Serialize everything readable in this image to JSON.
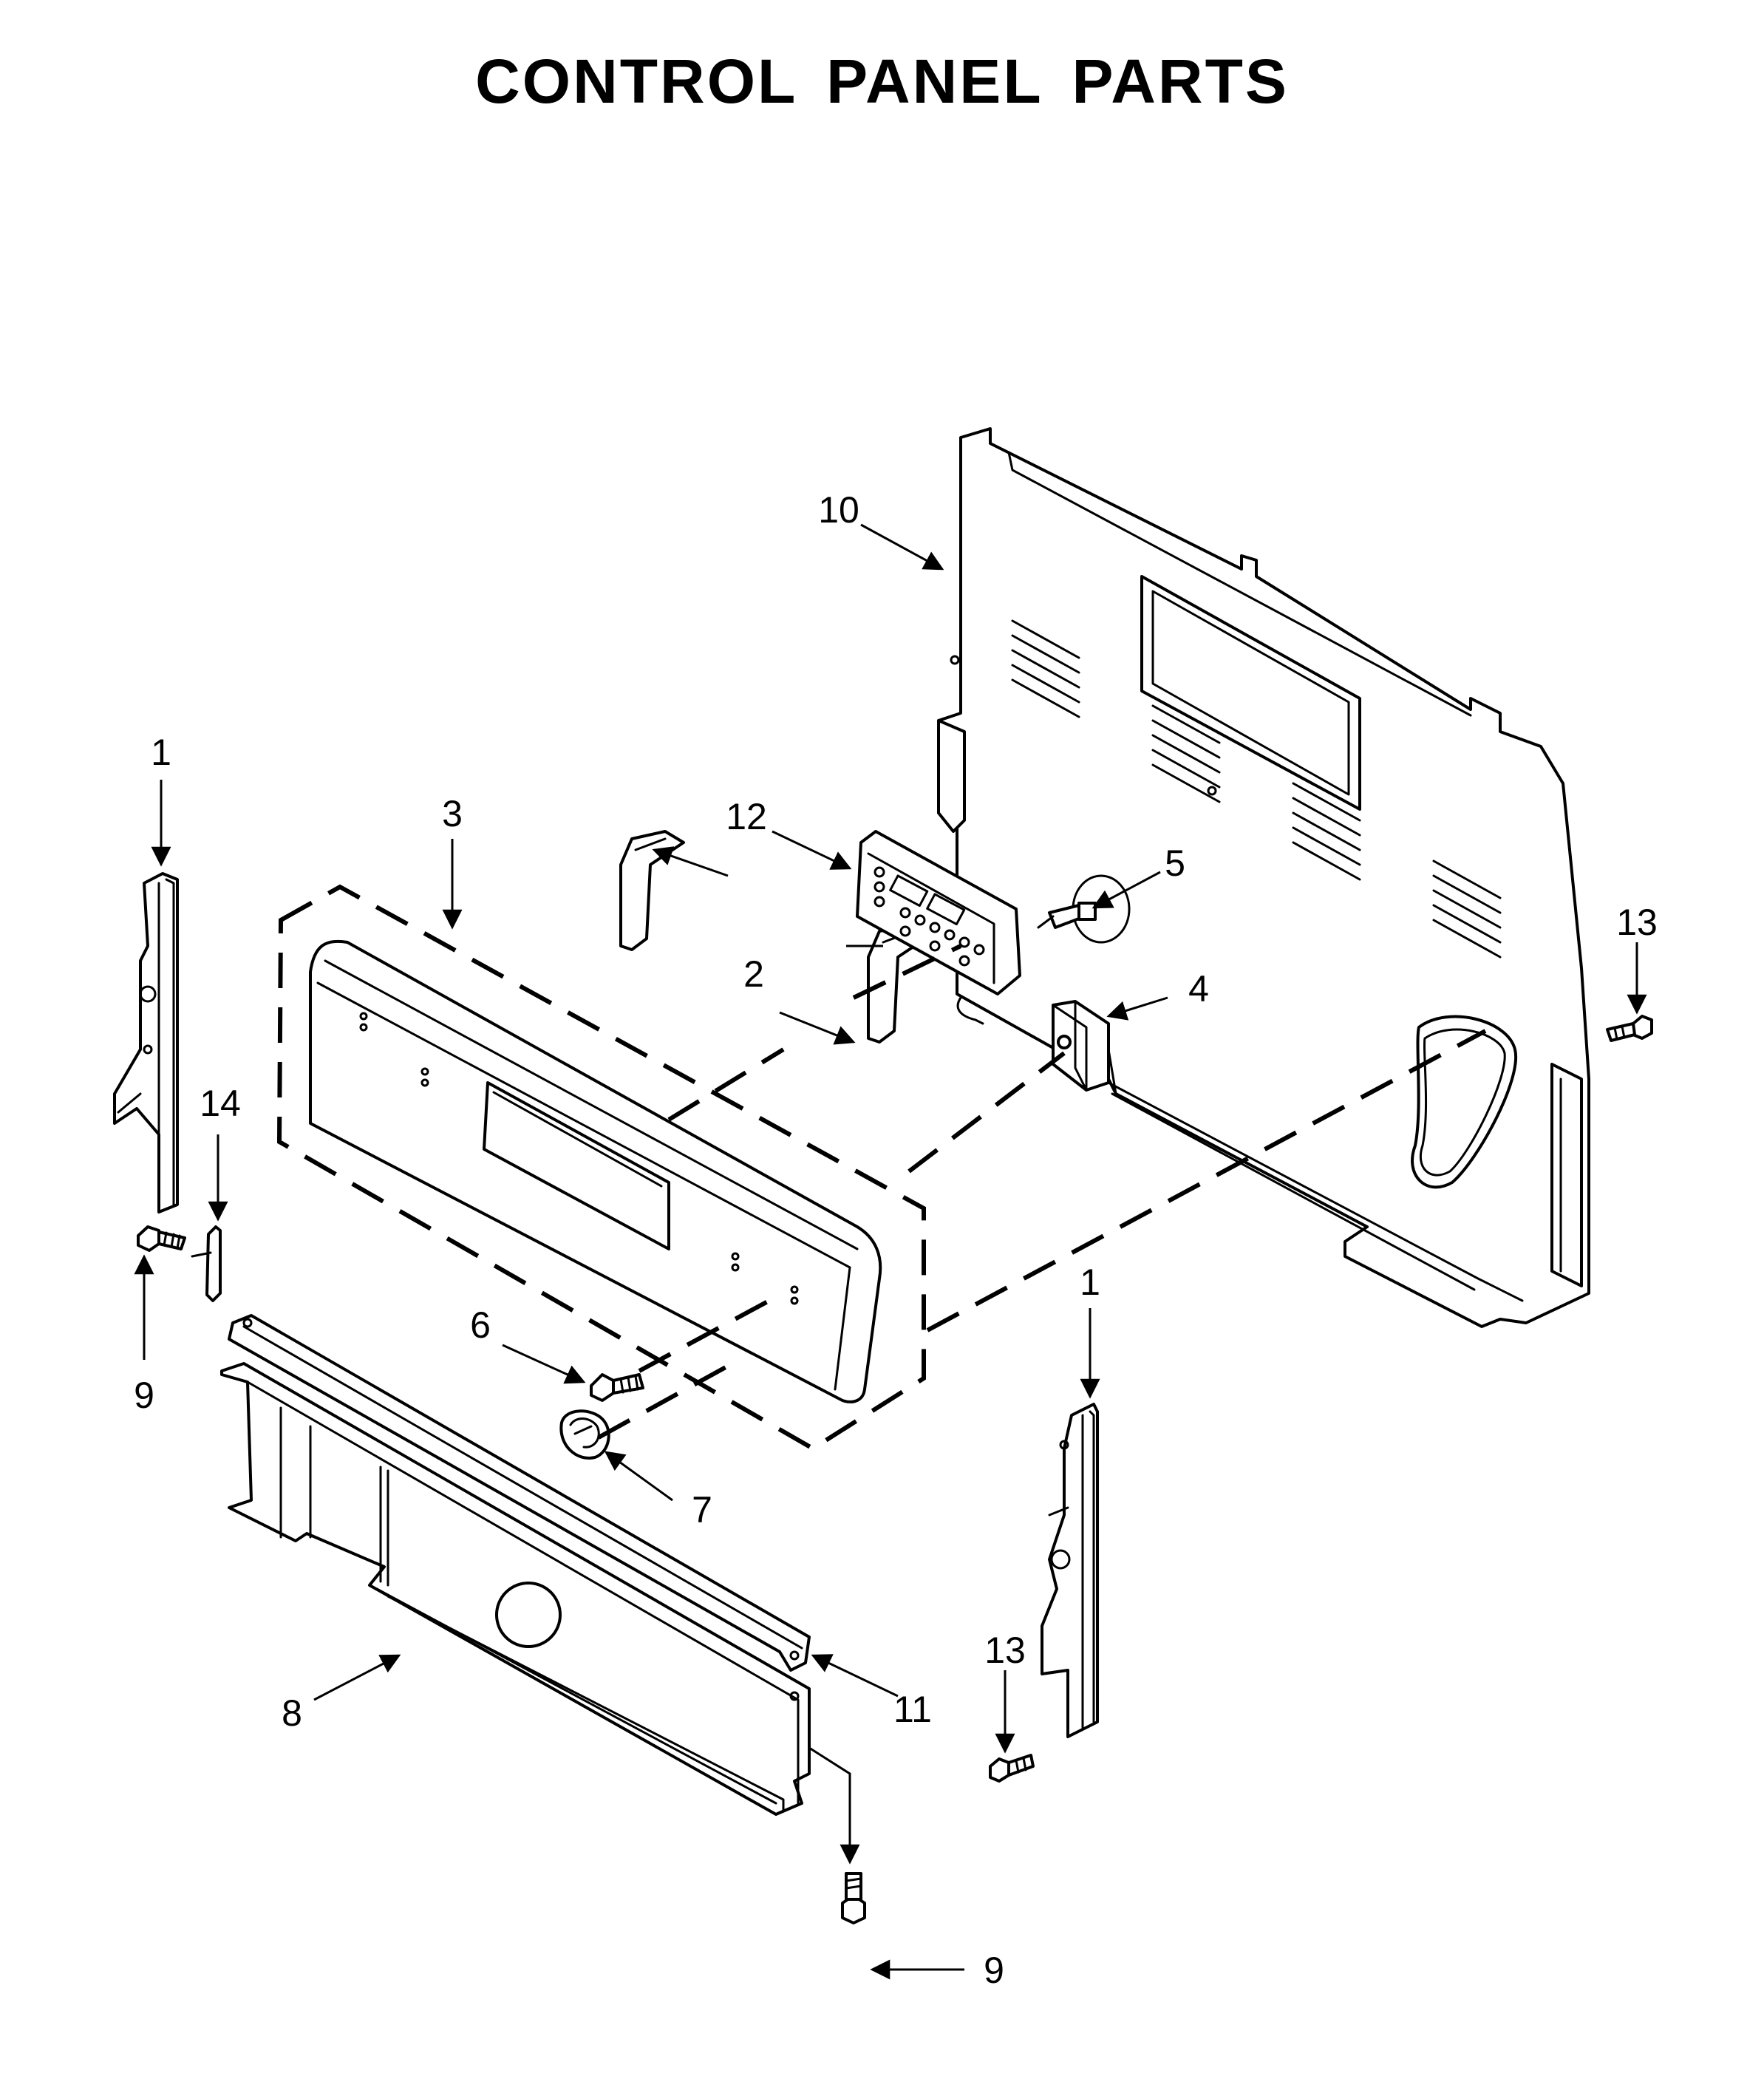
{
  "title": "CONTROL PANEL PARTS",
  "callouts": {
    "c1_left": "1",
    "c1_right": "1",
    "c2": "2",
    "c3": "3",
    "c4": "4",
    "c5": "5",
    "c6": "6",
    "c7": "7",
    "c8": "8",
    "c9_left": "9",
    "c9_bottom": "9",
    "c10": "10",
    "c11": "11",
    "c12": "12",
    "c13_right": "13",
    "c13_lower": "13",
    "c14": "14"
  }
}
